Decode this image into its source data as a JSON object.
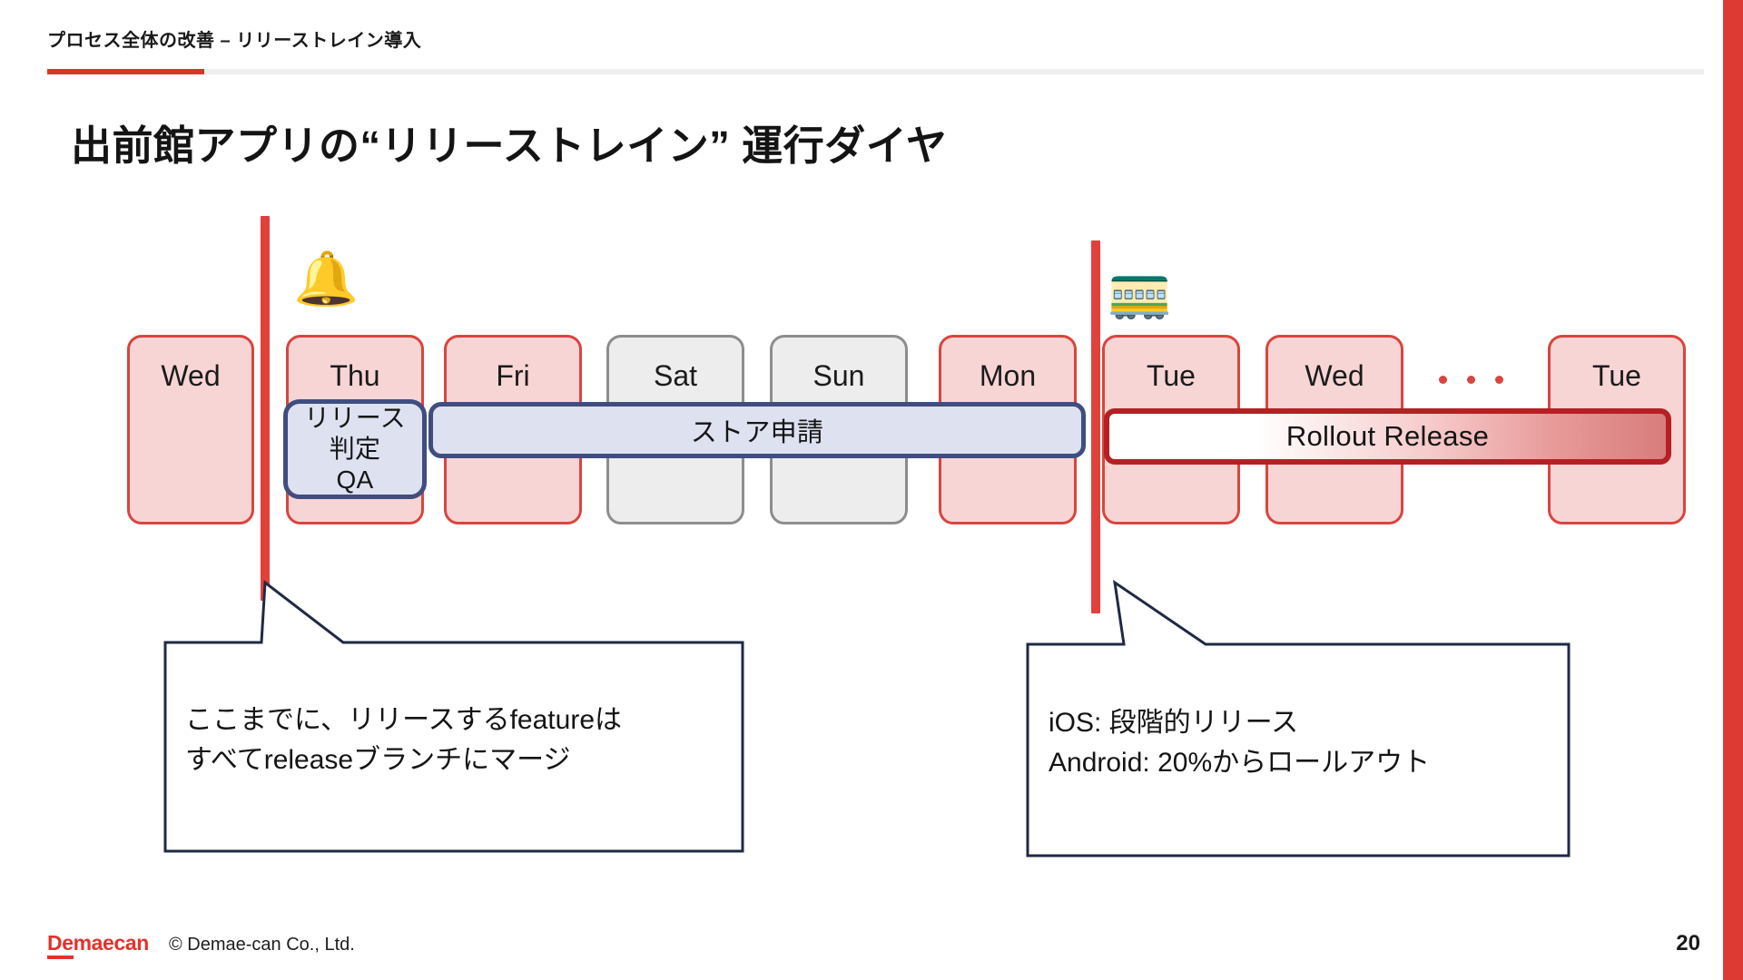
{
  "header": {
    "eyebrow": "プロセス全体の改善 – リリーストレイン導入",
    "accent_color": "#d7352d"
  },
  "title": "出前館アプリの“リリーストレイン” 運行ダイヤ",
  "timeline": {
    "days": [
      {
        "label": "Wed",
        "type": "weekday"
      },
      {
        "label": "Thu",
        "type": "weekday"
      },
      {
        "label": "Fri",
        "type": "weekday"
      },
      {
        "label": "Sat",
        "type": "weekend"
      },
      {
        "label": "Sun",
        "type": "weekend"
      },
      {
        "label": "Mon",
        "type": "weekday"
      },
      {
        "label": "Tue",
        "type": "weekday"
      },
      {
        "label": "Wed",
        "type": "weekday"
      },
      {
        "label": "Tue",
        "type": "weekday"
      }
    ],
    "ellipsis": "...",
    "markers": [
      {
        "name": "code-freeze-marker",
        "emoji": "🔔",
        "emoji_name": "bell-icon"
      },
      {
        "name": "release-train-marker",
        "emoji": "🚃",
        "emoji_name": "train-car-icon"
      }
    ],
    "bars": {
      "qa": {
        "lines": [
          "リリース",
          "判定",
          "QA"
        ],
        "fill": "#dee1f0",
        "border": "#3f4d80"
      },
      "store": {
        "label": "ストア申請",
        "fill": "#dee1f0",
        "border": "#3f4d80"
      },
      "rollout": {
        "label": "Rollout Release",
        "border": "#b52025"
      }
    }
  },
  "callouts": [
    {
      "name": "merge-deadline-callout",
      "text": "ここまでに、リリースするfeatureは\nすべてreleaseブランチにマージ"
    },
    {
      "name": "rollout-policy-callout",
      "text": "iOS: 段階的リリース\nAndroid: 20%からロールアウト"
    }
  ],
  "footer": {
    "logo": "Demaecan",
    "logo_underlined_prefix": "De",
    "logo_rest": "maecan",
    "copyright": "© Demae-can Co., Ltd.",
    "page_number": "20"
  }
}
